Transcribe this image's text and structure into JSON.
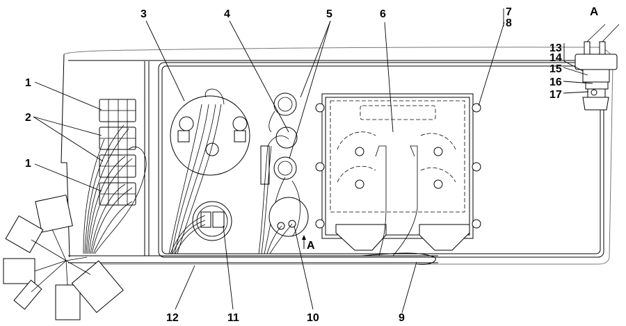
{
  "diagram": {
    "type": "exploded-assembly",
    "view_label": "A",
    "section_arrow_label": "A",
    "callouts": [
      {
        "id": "1",
        "label": "1"
      },
      {
        "id": "1b",
        "label": "1"
      },
      {
        "id": "2",
        "label": "2"
      },
      {
        "id": "3",
        "label": "3"
      },
      {
        "id": "4",
        "label": "4"
      },
      {
        "id": "5",
        "label": "5"
      },
      {
        "id": "6",
        "label": "6"
      },
      {
        "id": "7",
        "label": "7"
      },
      {
        "id": "8",
        "label": "8"
      },
      {
        "id": "9",
        "label": "9"
      },
      {
        "id": "10",
        "label": "10"
      },
      {
        "id": "11",
        "label": "11"
      },
      {
        "id": "12",
        "label": "12"
      },
      {
        "id": "13",
        "label": "13"
      },
      {
        "id": "14",
        "label": "14"
      },
      {
        "id": "15",
        "label": "15"
      },
      {
        "id": "16",
        "label": "16"
      },
      {
        "id": "17",
        "label": "17"
      }
    ]
  }
}
